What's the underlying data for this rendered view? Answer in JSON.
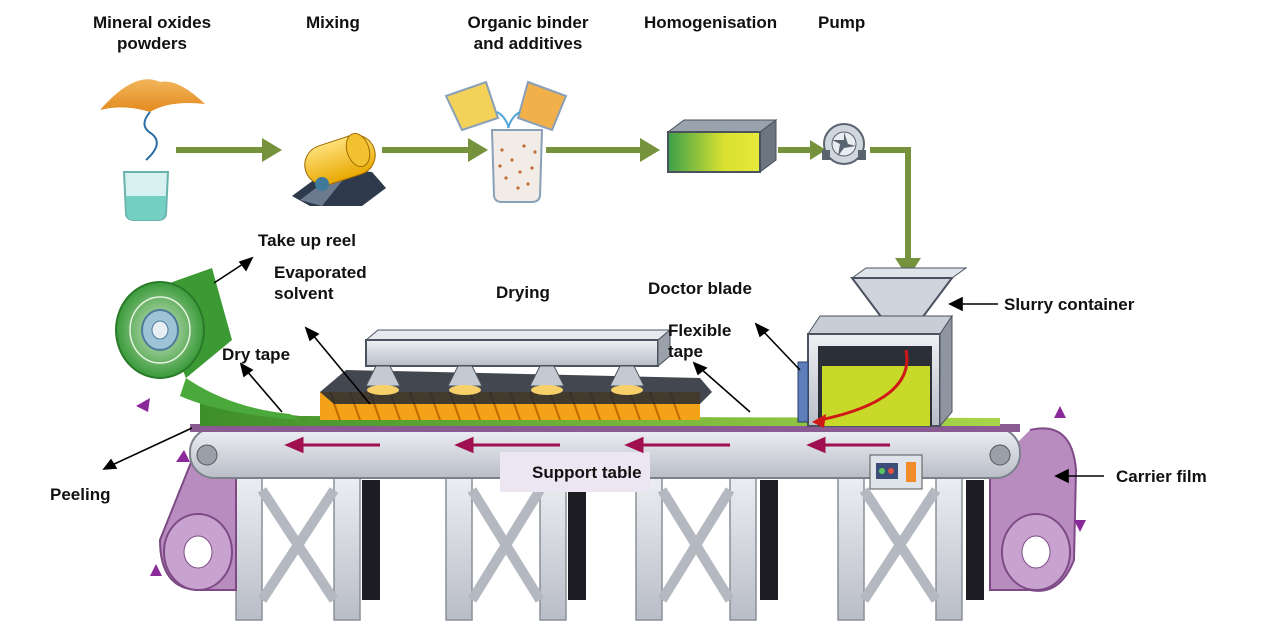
{
  "labels": {
    "mineral_oxides": "Mineral oxides\npowders",
    "mixing": "Mixing",
    "organic_binder": "Organic binder\nand additives",
    "homogenisation": "Homogenisation",
    "pump": "Pump",
    "take_up_reel": "Take up reel",
    "evaporated_solvent": "Evaporated\nsolvent",
    "drying": "Drying",
    "doctor_blade": "Doctor blade",
    "slurry_container": "Slurry container",
    "flexible_tape": "Flexible\ntape",
    "dry_tape": "Dry tape",
    "peeling": "Peeling",
    "support_table": "Support table",
    "carrier_film": "Carrier film"
  },
  "colors": {
    "flow_arrow": "#76923c",
    "tape": "#5fa631",
    "slurry": "#c8d92a",
    "carrier": "#a45ea8",
    "frame": "#d6d9e0",
    "direction_arrow": "#a01050"
  }
}
